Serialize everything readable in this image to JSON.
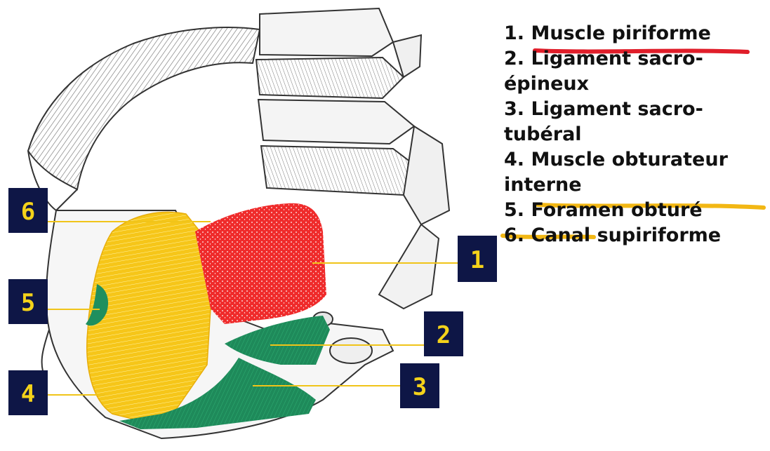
{
  "markers": [
    {
      "id": "6",
      "label": "6"
    },
    {
      "id": "5",
      "label": "5"
    },
    {
      "id": "4",
      "label": "4"
    },
    {
      "id": "1",
      "label": "1"
    },
    {
      "id": "2",
      "label": "2"
    },
    {
      "id": "3",
      "label": "3"
    }
  ],
  "legend": {
    "item1_prefix": "1. ",
    "item1_underlined": "Muscle piriforme",
    "item2_line1": "2. Ligament sacro-",
    "item2_line2": "épineux",
    "item3_line1": "3. Ligament sacro-",
    "item3_line2": "tubéral",
    "item4_prefix": "4. ",
    "item4_underlined_a": "Muscle obturateur",
    "item4_underlined_b": "interne",
    "item5": "5. Foramen obturé",
    "item6": "6. Canal supiriforme"
  },
  "colors": {
    "piriformis": "#e8202a",
    "sacrospinous": "#1f8f5e",
    "obturator": "#f5c51b",
    "marker_bg": "#0e1646",
    "marker_text": "#f4d21a",
    "underline_red": "#e01e2a",
    "underline_yellow": "#f2b714",
    "bone_line": "#3a3a3a"
  }
}
